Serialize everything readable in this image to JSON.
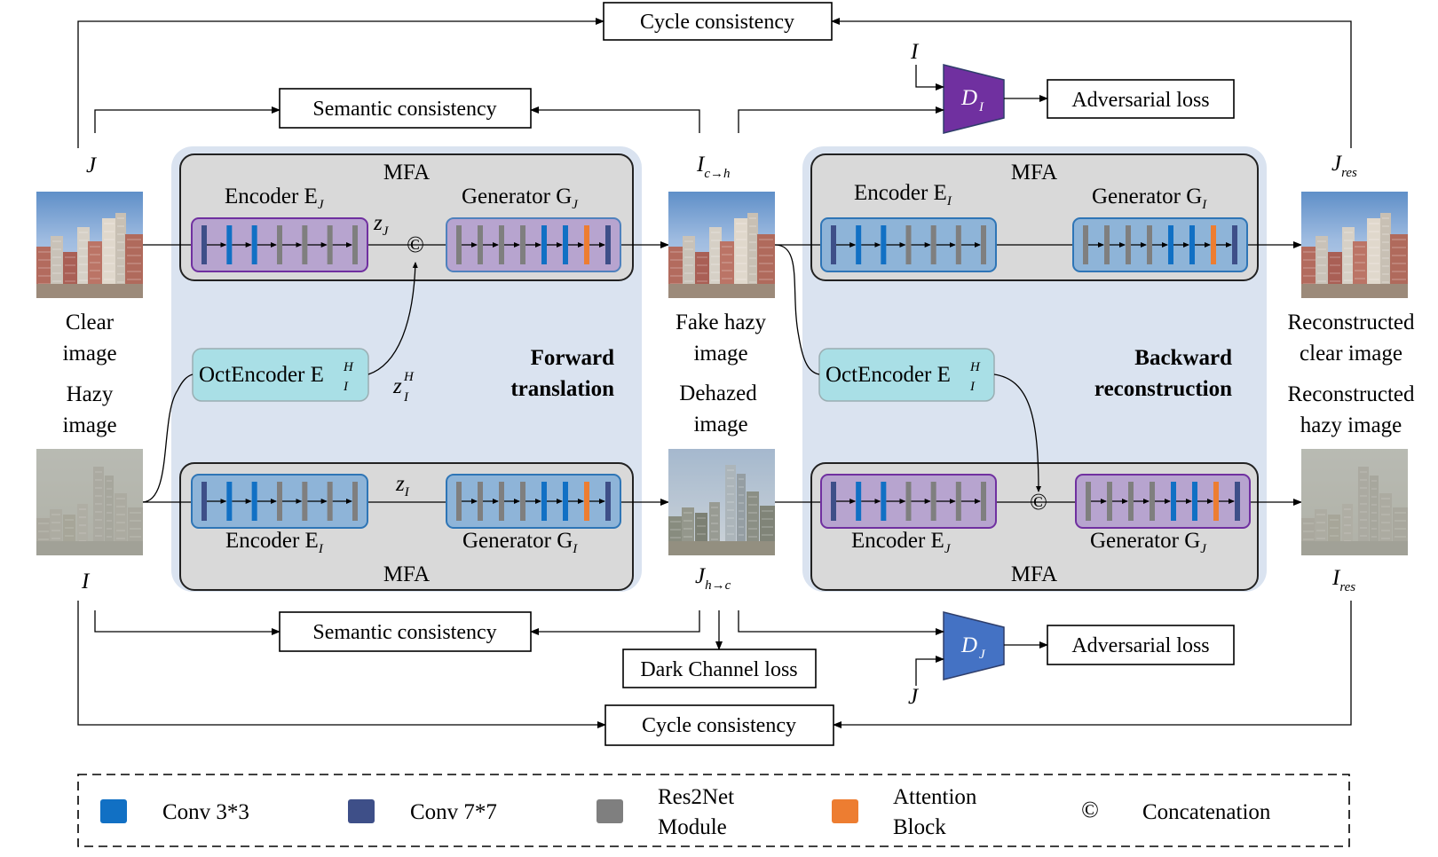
{
  "top_cycle": "Cycle consistency",
  "bottom_cycle": "Cycle consistency",
  "semantic_top": "Semantic consistency",
  "semantic_bottom": "Semantic consistency",
  "adversarial_top": "Adversarial loss",
  "adversarial_bottom": "Adversarial loss",
  "dark_channel": "Dark Channel loss",
  "mfa": "MFA",
  "forward": [
    "Forward",
    "translation"
  ],
  "backward": [
    "Backward",
    "reconstruction"
  ],
  "images": {
    "clear": [
      "Clear",
      "image"
    ],
    "hazy": [
      "Hazy",
      "image"
    ],
    "fake_hazy": [
      "Fake hazy",
      "image"
    ],
    "dehazed": [
      "Dehazed",
      "image"
    ],
    "rec_clear": [
      "Reconstructed",
      "clear image"
    ],
    "rec_hazy": [
      "Reconstructed",
      "hazy image"
    ]
  },
  "symbols": {
    "J": "J",
    "I": "I",
    "I_c2h": "I",
    "I_c2h_sub": "c→h",
    "J_h2c": "J",
    "J_h2c_sub": "h→c",
    "J_res": "J",
    "I_res": "I",
    "res_sub": "res",
    "zJ": "z",
    "zJ_sub": "J",
    "zI": "z",
    "zI_sub": "I",
    "zIH": "z",
    "zIH_sub": "I",
    "zIH_sup": "H",
    "DI": "D",
    "DI_sub": "I",
    "DJ": "D",
    "DJ_sub": "J"
  },
  "modules": {
    "encoder": "Encoder E",
    "generator": "Generator G",
    "octencoder": "OctEncoder E",
    "sub_J": "J",
    "sub_I": "I",
    "sup_H": "H"
  },
  "concat_symbol": "©",
  "legend": {
    "conv3": "Conv 3*3",
    "conv7": "Conv 7*7",
    "res2net": [
      "Res2Net",
      "Module"
    ],
    "attention": [
      "Attention",
      "Block"
    ],
    "concat_symbol": "©",
    "concat": "Concatenation"
  },
  "colors": {
    "conv3": "#1170c4",
    "conv7": "#3e4f88",
    "res2net": "#7f7f7f",
    "attention": "#ed7d31",
    "forward_region": "#dae3f0",
    "mfa_box": "#d9d9d9",
    "purple_module": "#b7a4cf",
    "blue_module": "#8eb4d8",
    "octencoder": "#a9dfe6",
    "discriminator_I": "#7030a0",
    "discriminator_J": "#4472c4"
  }
}
